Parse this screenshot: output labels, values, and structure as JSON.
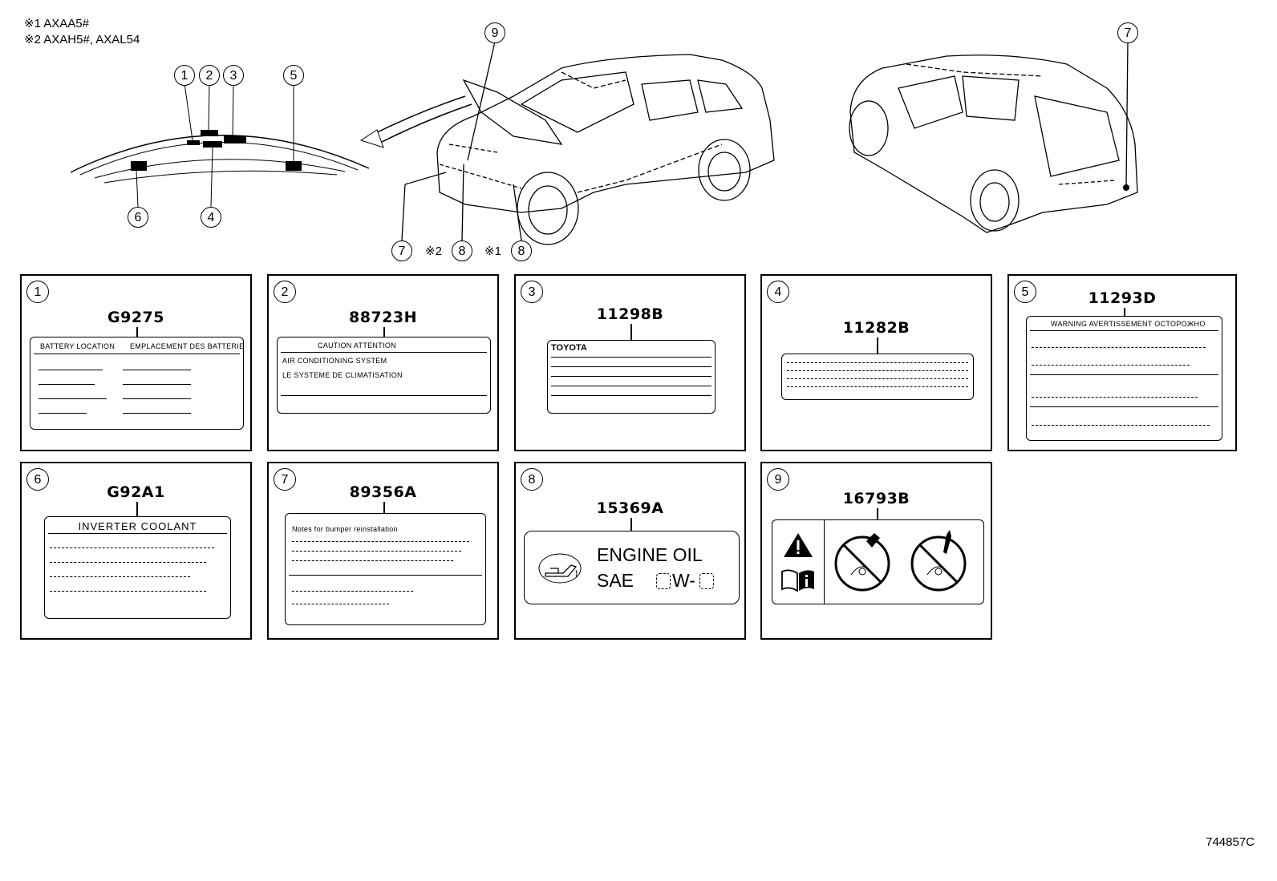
{
  "notes": [
    "※1 AXAA5#",
    "※2 AXAH5#, AXAL54"
  ],
  "dashboard_callouts": [
    "1",
    "2",
    "3",
    "4",
    "5",
    "6"
  ],
  "vehicle_callouts": {
    "front_top": "9",
    "front_bottom": [
      "7",
      "8",
      "8"
    ],
    "front_bottom_marks": [
      "※2",
      "※1"
    ],
    "rear_top": "7"
  },
  "panels": [
    {
      "num": "1",
      "part": "G9275"
    },
    {
      "num": "2",
      "part": "88723H"
    },
    {
      "num": "3",
      "part": "11298B"
    },
    {
      "num": "4",
      "part": "11282B"
    },
    {
      "num": "5",
      "part": "11293D"
    },
    {
      "num": "6",
      "part": "G92A1"
    },
    {
      "num": "7",
      "part": "89356A"
    },
    {
      "num": "8",
      "part": "15369A"
    },
    {
      "num": "9",
      "part": "16793B"
    }
  ],
  "label_text": {
    "battery_location": "BATTERY LOCATION",
    "emplacement": "EMPLACEMENT DES BATTERIES",
    "caution": "CAUTION  ATTENTION",
    "ac_system": "AIR CONDITIONING SYSTEM",
    "le_systeme": "LE SYSTEME DE CLIMATISATION",
    "toyota": "TOYOTA",
    "warning": "WARNING AVERTISSEMENT OCTOPOЖHO",
    "inverter_coolant": "INVERTER COOLANT",
    "bumper_note": "Notes for bumper reinstallation",
    "engine_oil": "ENGINE  OIL",
    "sae": "SAE",
    "sae_w": "W-"
  },
  "figure_id": "744857C"
}
